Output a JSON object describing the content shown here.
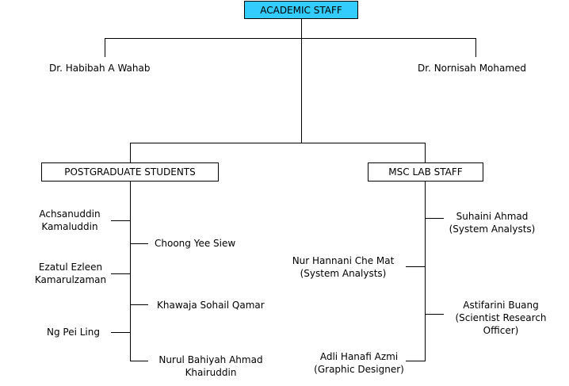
{
  "root": {
    "label": "ACADEMIC STAFF"
  },
  "heads": {
    "left": "Dr. Habibah A Wahab",
    "right": "Dr. Nornisah Mohamed"
  },
  "groups": {
    "postgrad": {
      "label": "POSTGRADUATE STUDENTS",
      "members": [
        {
          "line1": "Achsanuddin",
          "line2": "Kamaluddin"
        },
        {
          "line1": "Choong Yee Siew",
          "line2": ""
        },
        {
          "line1": "Ezatul Ezleen",
          "line2": "Kamarulzaman"
        },
        {
          "line1": "Khawaja Sohail Qamar",
          "line2": ""
        },
        {
          "line1": "Ng Pei Ling",
          "line2": ""
        },
        {
          "line1": "Nurul Bahiyah Ahmad",
          "line2": "Khairuddin"
        }
      ]
    },
    "lab": {
      "label": "MSC LAB STAFF",
      "members": [
        {
          "line1": "Suhaini Ahmad",
          "line2": "(System Analysts)",
          "line3": ""
        },
        {
          "line1": "Nur Hannani Che Mat",
          "line2": "(System Analysts)",
          "line3": ""
        },
        {
          "line1": "Astifarini Buang",
          "line2": "(Scientist Research",
          "line3": "Officer)"
        },
        {
          "line1": "Adli Hanafi Azmi",
          "line2": "(Graphic Designer)",
          "line3": ""
        }
      ]
    }
  }
}
